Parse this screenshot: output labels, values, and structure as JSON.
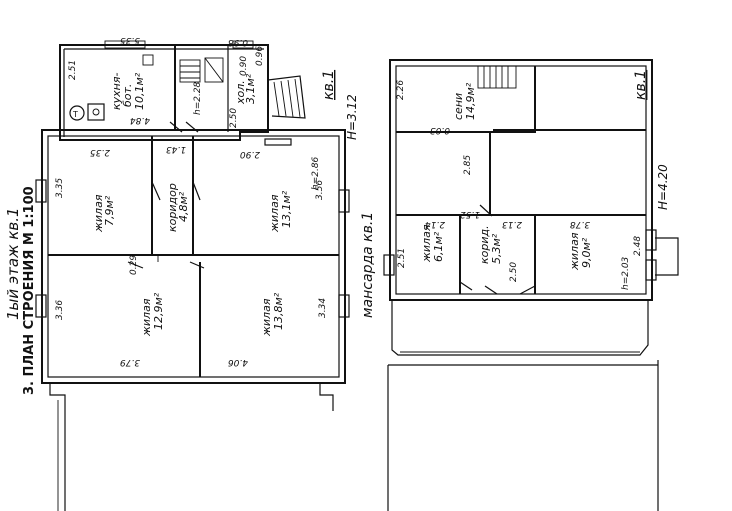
{
  "titles": {
    "main": "3. ПЛАН СТРОЕНИЯ М 1:100",
    "floor1": "1ый этаж кв.1",
    "attic": "мансарда кв.1",
    "kv1_top_left": "кв.1",
    "kv1_top_right": "кв.1",
    "h_floor1": "Н=3.12",
    "h_attic": "Н=4.20"
  },
  "floor1": {
    "rooms": {
      "kitchen_name": "кухня-",
      "kitchen_name2": "бот.",
      "kitchen_area": "10,1м²",
      "hall_name": "хол.",
      "hall_area": "3,1м²",
      "corridor_name": "коридор",
      "corridor_area": "4,8м²",
      "room1_name": "жилая",
      "room1_area": "7,9м²",
      "room2_name": "жилая",
      "room2_area": "13,1м²",
      "room3_name": "жилая",
      "room3_area": "12,9м²",
      "room4_name": "жилая",
      "room4_area": "13,8м²"
    },
    "dims": {
      "d_535": "5.35",
      "d_098": "0.98",
      "d_251": "2.51",
      "d_090": "0.90",
      "d_096": "0.96",
      "d_484": "4.84",
      "d_h228": "h=2.28",
      "d_250": "2.50",
      "d_335": "3.35",
      "d_235": "2.35",
      "d_143": "1.43",
      "d_290": "2.90",
      "d_h286": "h=2.86",
      "d_356": "3.56",
      "d_029": "0.29",
      "d_336": "3.36",
      "d_334": "3.34",
      "d_379": "3.79",
      "d_406": "4.06"
    }
  },
  "attic": {
    "rooms": {
      "sen_name": "сени",
      "sen_area": "14,9м²",
      "room5_name": "жилая",
      "room5_area": "6,1м²",
      "corr_name": "корид.",
      "corr_area": "5,3м²",
      "room6_name": "жилая",
      "room6_area": "9,0м²"
    },
    "dims": {
      "d_226": "2.26",
      "d_003": "0.03",
      "d_285": "2.85",
      "d_152": "1.52",
      "d_214": "2.14",
      "d_213": "2.13",
      "d_378": "3.78",
      "d_251": "2.51",
      "d_250": "2.50",
      "d_h203": "h=2.03",
      "d_248": "2.48"
    }
  }
}
